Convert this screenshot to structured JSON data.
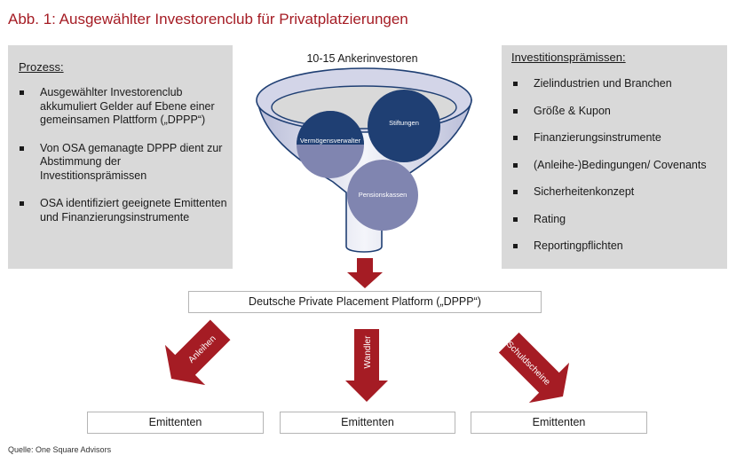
{
  "title": "Abb. 1: Ausgewählter Investorenclub für Privatplatzierungen",
  "process": {
    "heading": "Prozess:",
    "items": [
      "Ausgewählter Investorenclub akkumuliert Gelder auf Ebene einer gemeinsamen Plattform („DPPP“)",
      "Von OSA gemanagte DPPP dient zur Abstimmung der Investitionsprämissen",
      "OSA identifiziert geeignete Emittenten und Finanzierungsinstrumente"
    ]
  },
  "premises": {
    "heading": "Investitionsprämissen:",
    "items": [
      "Zielindustrien und Branchen",
      "Größe & Kupon",
      "Finanzierungsinstrumente",
      "(Anleihe-)Bedingungen/ Covenants",
      "Sicherheitenkonzept",
      "Rating",
      "Reportingpflichten"
    ]
  },
  "funnel": {
    "caption": "10-15 Ankerinvestoren",
    "investors": [
      "Vermögensverwalter",
      "Stiftungen",
      "Pensionskassen"
    ]
  },
  "platform": "Deutsche Private Placement Platform („DPPP“)",
  "channels": [
    "Anleihen",
    "Wandler",
    "Schuldscheine"
  ],
  "issuers": [
    "Emittenten",
    "Emittenten",
    "Emittenten"
  ],
  "source": "Quelle: One Square Advisors",
  "colors": {
    "accent_red": "#a51c24",
    "panel_grey": "#d9d9d9",
    "navy": "#1f3f73",
    "lavender": "#8085b0"
  }
}
